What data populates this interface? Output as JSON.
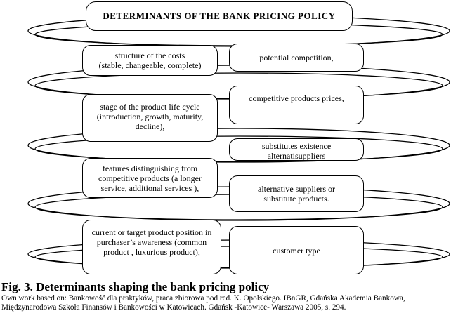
{
  "diagram": {
    "title": "DETERMINANTS OF  THE BANK PRICING POLICY",
    "left_boxes": [
      {
        "text": "structure of the costs\n(stable, changeable, complete)"
      },
      {
        "text": "stage of the product life cycle\n(introduction, growth, maturity,\ndecline),"
      },
      {
        "text": "features distinguishing from\ncompetitive products  (a longer\nservice, additional services ),"
      },
      {
        "text": "current or target product position in\npurchaser’s awareness (common\nproduct , luxurious product),"
      }
    ],
    "right_boxes": [
      {
        "text": "potential competition,"
      },
      {
        "text": "competitive products prices,"
      },
      {
        "text": "substitutes existence\nalternatisuppliers"
      },
      {
        "text": "alternative suppliers or\nsubstitute products."
      },
      {
        "text": "customer type"
      }
    ]
  },
  "caption": {
    "figure_title": "Fig. 3. Determinants shaping the bank pricing policy",
    "source_line1": "Own work based on: Bankowość dla praktyków, praca zbiorowa pod red. K. Opolskiego.   IBnGR, Gdańska Akademia Bankowa,",
    "source_line2": "Międzynarodowa Szkoła Finansów i Bankowości w Katowicach. Gdańsk -Katowice- Warszawa 2005, s. 294."
  }
}
